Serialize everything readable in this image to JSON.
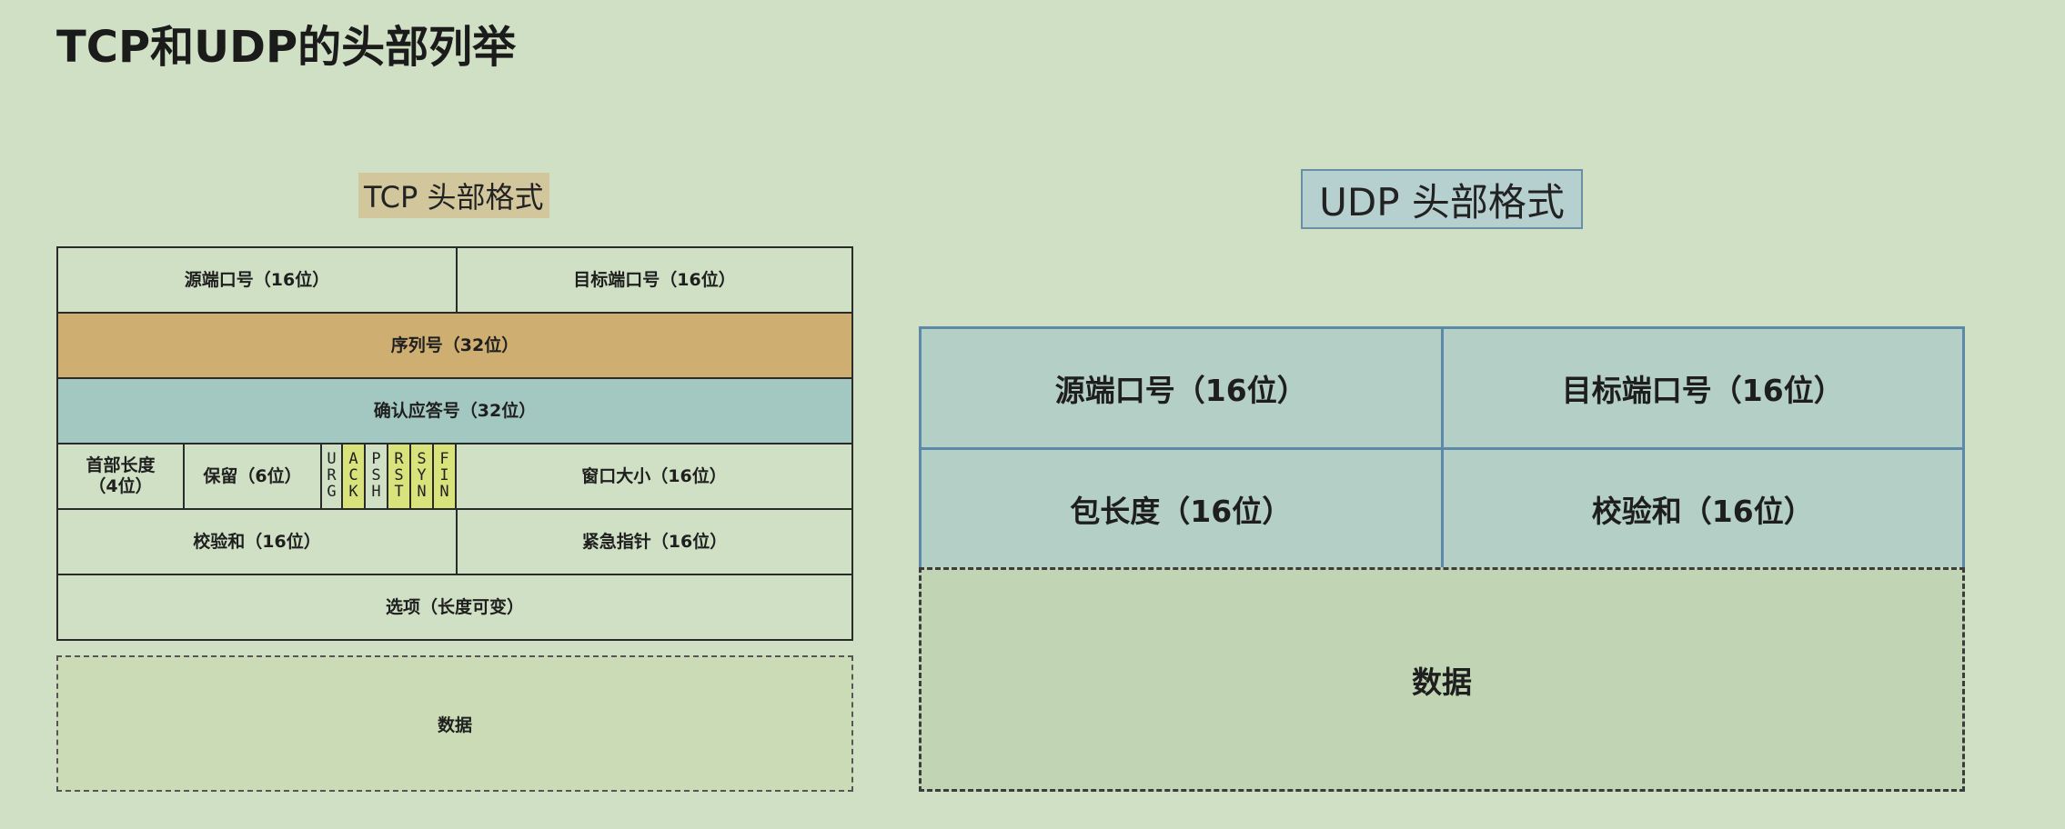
{
  "page_title": "TCP和UDP的头部列举",
  "tcp": {
    "heading": "TCP 头部格式",
    "rows": {
      "src_port": "源端口号（16位）",
      "dst_port": "目标端口号（16位）",
      "seq": "序列号（32位）",
      "ack": "确认应答号（32位）",
      "header_len_line1": "首部长度",
      "header_len_line2": "（4位）",
      "reserved": "保留（6位）",
      "window": "窗口大小（16位）",
      "checksum": "校验和（16位）",
      "urgent": "紧急指针（16位）",
      "options": "选项（长度可变）",
      "data": "数据"
    },
    "flags": [
      {
        "chars": [
          "U",
          "R",
          "G"
        ],
        "highlight": false
      },
      {
        "chars": [
          "A",
          "C",
          "K"
        ],
        "highlight": true
      },
      {
        "chars": [
          "P",
          "S",
          "H"
        ],
        "highlight": false
      },
      {
        "chars": [
          "R",
          "S",
          "T"
        ],
        "highlight": true
      },
      {
        "chars": [
          "S",
          "Y",
          "N"
        ],
        "highlight": true
      },
      {
        "chars": [
          "F",
          "I",
          "N"
        ],
        "highlight": true
      }
    ]
  },
  "udp": {
    "heading": "UDP 头部格式",
    "src_port": "源端口号（16位）",
    "dst_port": "目标端口号（16位）",
    "length": "包长度（16位）",
    "checksum": "校验和（16位）",
    "data": "数据"
  },
  "colors": {
    "background": "#cfe0c4",
    "seq_row": "#cfae72",
    "ack_row": "#a3c8c1",
    "flag_highlight": "#d8e37c",
    "udp_fill": "#b4cfc6",
    "udp_border": "#5c89a8"
  }
}
